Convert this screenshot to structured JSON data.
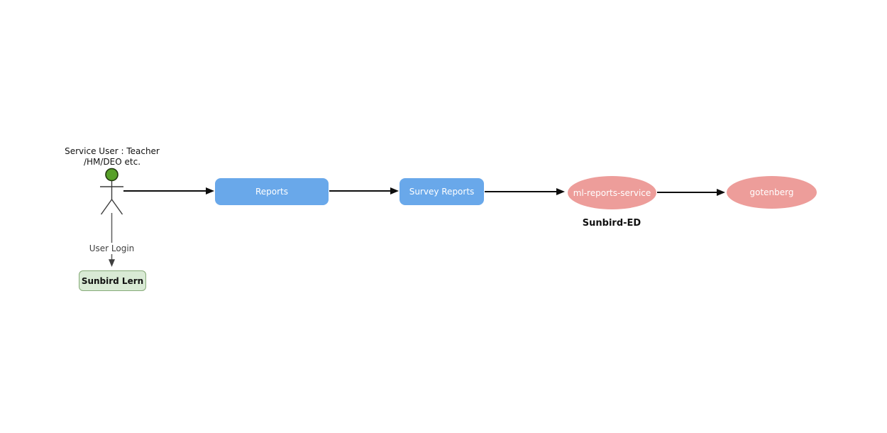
{
  "diagram": {
    "background": "#ffffff",
    "actor": {
      "label_line1": "Service User : Teacher",
      "label_line2": "/HM/DEO etc.",
      "icon": "stick-figure-actor"
    },
    "nodes": {
      "reports": {
        "label": "Reports",
        "shape": "rounded-rect",
        "fill": "#69a8ea",
        "text_color": "#ffffff"
      },
      "survey_reports": {
        "label": "Survey Reports",
        "shape": "rounded-rect",
        "fill": "#69a8ea",
        "text_color": "#ffffff"
      },
      "ml_reports_service": {
        "label": "ml-reports-service",
        "caption": "Sunbird-ED",
        "shape": "ellipse",
        "fill": "#ed9d9a",
        "text_color": "#ffffff"
      },
      "gotenberg": {
        "label": "gotenberg",
        "shape": "ellipse",
        "fill": "#ed9d9a",
        "text_color": "#ffffff"
      },
      "sunbird_lern": {
        "label": "Sunbird Lern",
        "shape": "rounded-rect",
        "fill": "#d9ead5",
        "border": "#86ab78",
        "text_color": "#000000"
      }
    },
    "edges": [
      {
        "from": "actor",
        "to": "reports",
        "label": ""
      },
      {
        "from": "reports",
        "to": "survey_reports",
        "label": ""
      },
      {
        "from": "survey_reports",
        "to": "ml_reports_service",
        "label": ""
      },
      {
        "from": "ml_reports_service",
        "to": "gotenberg",
        "label": ""
      },
      {
        "from": "actor",
        "to": "sunbird_lern",
        "label": "User Login"
      }
    ]
  },
  "colors": {
    "node-blue": "#69a8ea",
    "node-pink": "#ed9d9a",
    "node-text-white": "#ffffff",
    "lern-fill": "#d9ead5",
    "lern-border": "#86ab78",
    "actor-green": "#57a029",
    "actor-head-stroke": "#233a10",
    "actor-stroke": "#3b3b3b",
    "arrow-black": "#0d0d0d",
    "connector-grey": "#5f5f5f",
    "connector-grey-dark": "#3f3f3f",
    "text-black": "#111111"
  }
}
